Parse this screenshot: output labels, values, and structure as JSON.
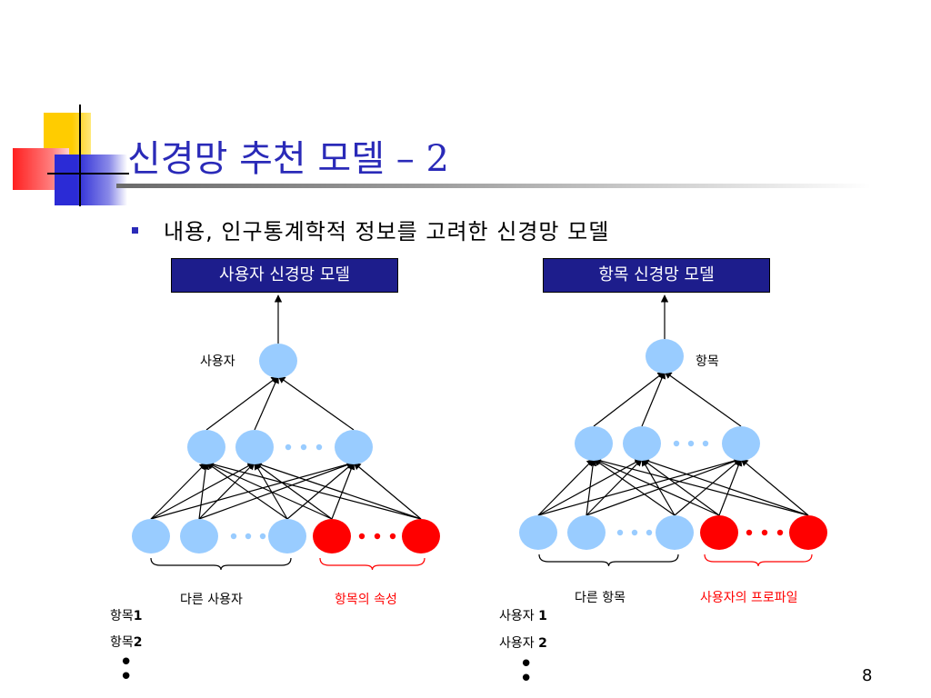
{
  "slide": {
    "title": "신경망 추천 모델 – 2",
    "bullet": "내용, 인구통계학적 정보를 고려한 신경망 모델",
    "page_number": "8"
  },
  "user_model": {
    "box_title": "사용자 신경망 모델",
    "output_label": "사용자",
    "group_other": "다른 사용자",
    "group_attr": "항목의 속성",
    "list": [
      {
        "prefix": "항목",
        "num": "1"
      },
      {
        "prefix": "항목",
        "num": "2"
      }
    ]
  },
  "item_model": {
    "box_title": "항목 신경망 모델",
    "output_label": "항목",
    "group_other": "다른 항목",
    "group_attr": "사용자의 프로파일",
    "list": [
      {
        "prefix": "사용자 ",
        "num": "1"
      },
      {
        "prefix": "사용자 ",
        "num": "2"
      }
    ]
  },
  "colors": {
    "title_blue": "#2a2ab8",
    "box_navy": "#1d1d8c",
    "node_blue": "#99ccff",
    "node_red": "#ff0000",
    "label_red": "#ff0000"
  }
}
